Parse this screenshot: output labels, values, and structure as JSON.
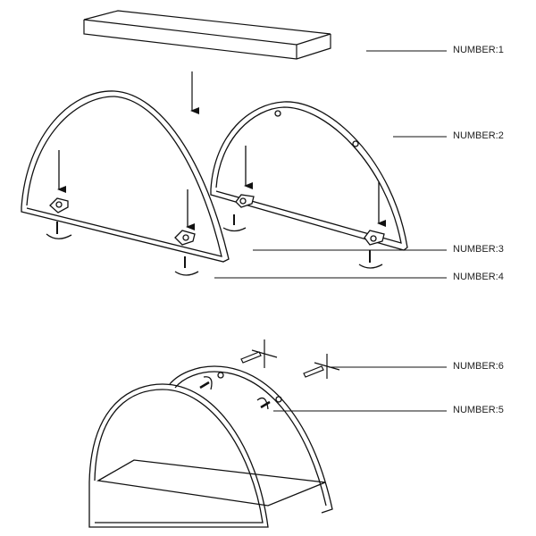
{
  "labels": {
    "n1": "NUMBER:1",
    "n2": "NUMBER:2",
    "n3": "NUMBER:3",
    "n4": "NUMBER:4",
    "n5": "NUMBER:5",
    "n6": "NUMBER:6"
  }
}
